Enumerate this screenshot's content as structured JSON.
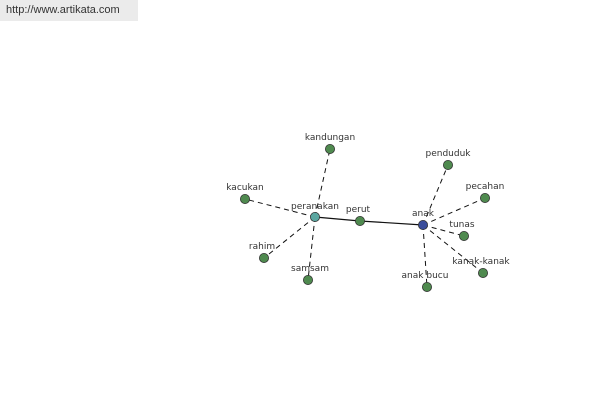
{
  "banner": {
    "url_text": "http://www.artikata.com"
  },
  "colors": {
    "leaf": "#4f8a4f",
    "hub_peranakan": "#5aa6a0",
    "hub_anak": "#3a4d9a",
    "node_stroke": "#333333"
  },
  "nodes": [
    {
      "id": "peranakan",
      "label": "peranakan",
      "role": "hub_peranakan"
    },
    {
      "id": "perut",
      "label": "perut",
      "role": "leaf"
    },
    {
      "id": "anak",
      "label": "anak",
      "role": "hub_anak"
    },
    {
      "id": "kandungan",
      "label": "kandungan",
      "role": "leaf"
    },
    {
      "id": "kacukan",
      "label": "kacukan",
      "role": "leaf"
    },
    {
      "id": "rahim",
      "label": "rahim",
      "role": "leaf"
    },
    {
      "id": "samsam",
      "label": "samsam",
      "role": "leaf"
    },
    {
      "id": "penduduk",
      "label": "penduduk",
      "role": "leaf"
    },
    {
      "id": "pecahan",
      "label": "pecahan",
      "role": "leaf"
    },
    {
      "id": "tunas",
      "label": "tunas",
      "role": "leaf"
    },
    {
      "id": "kanak-kanak",
      "label": "kanak-kanak",
      "role": "leaf"
    },
    {
      "id": "anak-bucu",
      "label": "anak bucu",
      "role": "leaf"
    }
  ],
  "edges": [
    {
      "from": "peranakan",
      "to": "perut",
      "style": "solid"
    },
    {
      "from": "perut",
      "to": "anak",
      "style": "solid"
    },
    {
      "from": "peranakan",
      "to": "kandungan",
      "style": "dashed"
    },
    {
      "from": "peranakan",
      "to": "kacukan",
      "style": "dashed"
    },
    {
      "from": "peranakan",
      "to": "rahim",
      "style": "dashed"
    },
    {
      "from": "peranakan",
      "to": "samsam",
      "style": "dashed"
    },
    {
      "from": "anak",
      "to": "penduduk",
      "style": "dashed"
    },
    {
      "from": "anak",
      "to": "pecahan",
      "style": "dashed"
    },
    {
      "from": "anak",
      "to": "tunas",
      "style": "dashed"
    },
    {
      "from": "anak",
      "to": "kanak-kanak",
      "style": "dashed"
    },
    {
      "from": "anak",
      "to": "anak-bucu",
      "style": "dashed"
    }
  ]
}
